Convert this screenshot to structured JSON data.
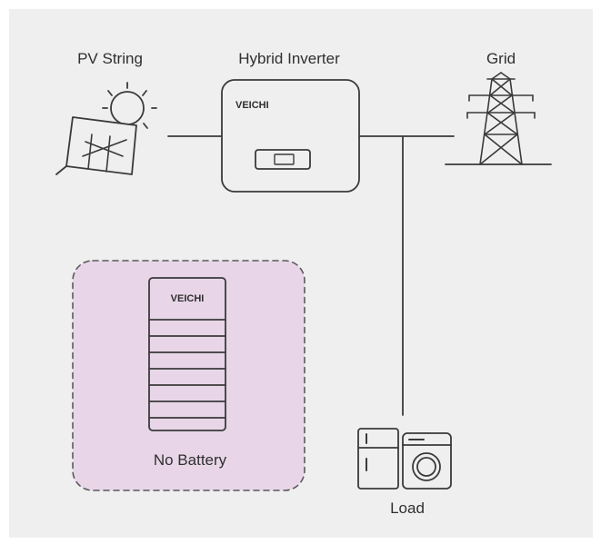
{
  "labels": {
    "pv_string": "PV String",
    "hybrid_inverter": "Hybrid Inverter",
    "grid": "Grid",
    "load": "Load",
    "no_battery": "No Battery"
  },
  "brand": {
    "inverter_logo": "VEICHI",
    "battery_logo": "VEICHI"
  },
  "colors": {
    "background": "#efefef",
    "stroke": "#3a3a3a",
    "battery_zone_fill": "#e8d6e8",
    "battery_zone_border": "#5a5a5a"
  }
}
